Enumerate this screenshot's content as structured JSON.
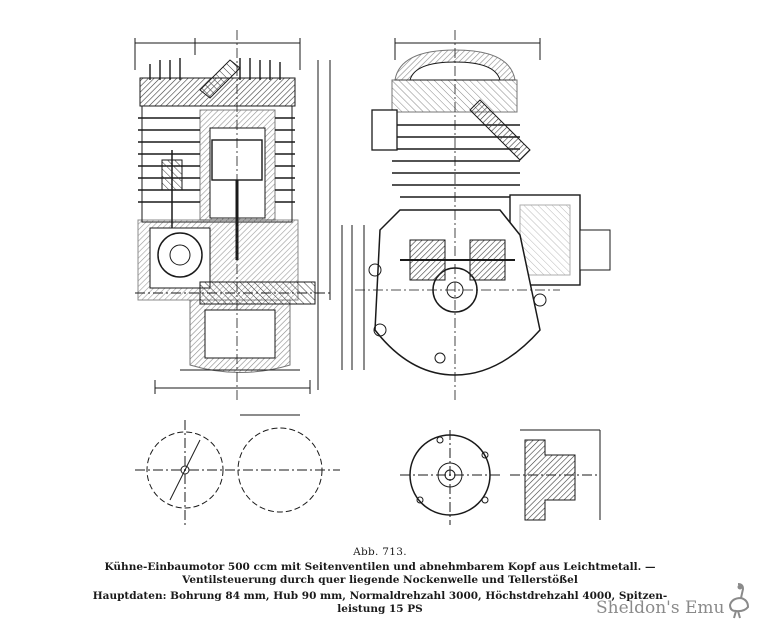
{
  "figure_number": "Abb. 713.",
  "caption": {
    "line1": "Kühne-Einbaumotor 500 ccm mit Seitenventilen und abnehmbarem Kopf aus Leichtmetall. —",
    "line2": "Ventilsteuerung durch quer liegende Nockenwelle und Tellerstößel",
    "main_line1": "Hauptdaten: Bohrung 84 mm, Hub 90 mm, Normaldrehzahl 3000, Höchstdrehzahl 4000, Spitzen-",
    "main_line2": "leistung 15 PS"
  },
  "watermark": {
    "text": "Sheldon's Emu",
    "color": "#8a8a8a"
  },
  "colors": {
    "ink": "#1a1a1a",
    "hatch": "#3a3a3a",
    "background": "#ffffff"
  }
}
